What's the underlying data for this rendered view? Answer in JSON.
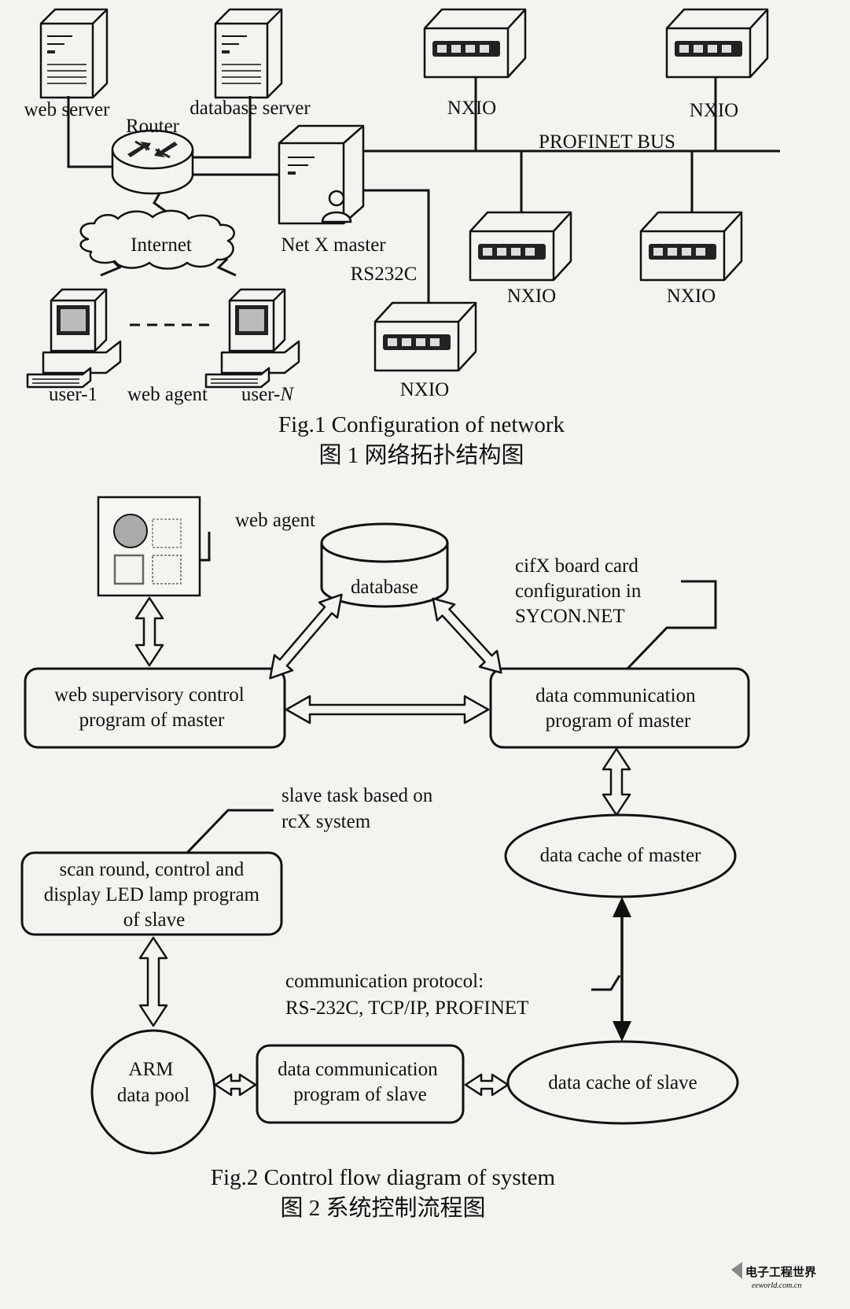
{
  "fig1": {
    "labels": {
      "web_server": "web server",
      "database_server": "database server",
      "router": "Router",
      "internet": "Internet",
      "netx_master": "Net X master",
      "rs232c": "RS232C",
      "profinet_bus": "PROFINET BUS",
      "nxio": "NXIO",
      "user_1": "user-1",
      "web_agent": "web agent",
      "user_n_prefix": "user-",
      "user_n_suffix": "N"
    },
    "caption_en": "Fig.1 Configuration of network",
    "caption_zh": "图 1  网络拓扑结构图"
  },
  "fig2": {
    "web_agent": "web agent",
    "database": "database",
    "cifx_note": [
      "cifX  board  card",
      "configuration   in",
      "SYCON.NET"
    ],
    "web_supervisory": [
      "web supervisory control",
      "program of master"
    ],
    "data_comm_master": [
      "data communication",
      "program of master"
    ],
    "slave_task_note": [
      "slave  task  based  on",
      "rcX system"
    ],
    "data_cache_master": "data cache of master",
    "scan_round": [
      "scan round, control and",
      "display LED lamp program",
      "of slave"
    ],
    "protocol_note": [
      "communication protocol:",
      "RS-232C, TCP/IP, PROFINET"
    ],
    "arm_pool": [
      "ARM",
      "data pool"
    ],
    "data_comm_slave": [
      "data communication",
      "program of slave"
    ],
    "data_cache_slave": "data cache of slave",
    "caption_en": "Fig.2 Control flow diagram of system",
    "caption_zh": "图 2  系统控制流程图"
  },
  "watermark": {
    "line1": "电子工程世界",
    "line2": "eeworld.com.cn"
  }
}
